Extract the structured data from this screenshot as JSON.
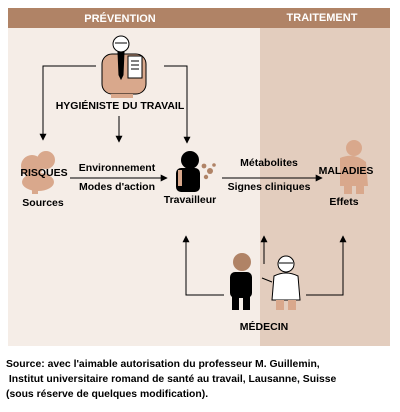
{
  "headers": {
    "prevention": "PRÉVENTION",
    "traitement": "TRAITEMENT"
  },
  "labels": {
    "hygieniste": "HYGIÉNISTE DU TRAVAIL",
    "risques": "RISQUES",
    "sources": "Sources",
    "environnement": "Environnement",
    "modes_action": "Modes d'action",
    "travailleur": "Travailleur",
    "metabolites": "Métabolites",
    "signes_cliniques": "Signes cliniques",
    "maladies": "MALADIES",
    "effets": "Effets",
    "medecin": "MÉDECIN"
  },
  "source": {
    "line1": "Source: avec l'aimable autorisation du professeur M. Guillemin,",
    "line2": " Institut universitaire romand de santé au travail, Lausanne, Suisse",
    "line3": "(sous réserve de quelques modification)."
  },
  "colors": {
    "header_bar": "#b08366",
    "prevention_bg": "#f5ede7",
    "traitement_bg": "#e3cdbe",
    "faded_figure": "#d9a88c",
    "arrow": "#000000"
  }
}
